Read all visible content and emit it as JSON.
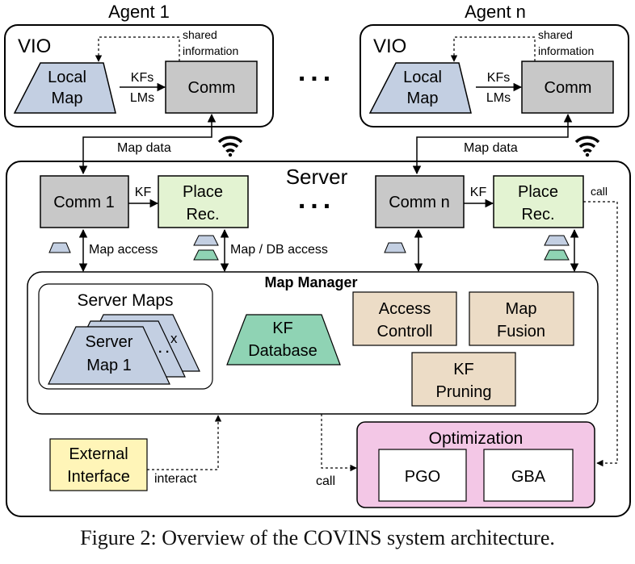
{
  "agents": [
    {
      "title": "Agent 1",
      "vio": "VIO",
      "local_map": [
        "Local",
        "Map"
      ],
      "kfs": "KFs",
      "lms": "LMs",
      "comm": "Comm",
      "shared": [
        "shared",
        "information"
      ],
      "map_data": "Map data"
    },
    {
      "title": "Agent n",
      "vio": "VIO",
      "local_map": [
        "Local",
        "Map"
      ],
      "kfs": "KFs",
      "lms": "LMs",
      "comm": "Comm",
      "shared": [
        "shared",
        "information"
      ],
      "map_data": "Map data"
    }
  ],
  "ellipsis": "...",
  "server": {
    "title": "Server",
    "comm1": "Comm 1",
    "commn": "Comm n",
    "kf": "KF",
    "place_rec": [
      "Place",
      "Rec."
    ],
    "call": "call",
    "map_access": "Map access",
    "map_db_access": "Map / DB access",
    "map_manager": {
      "title": "Map Manager",
      "server_maps": "Server Maps",
      "server_map": [
        "Server",
        "Map 1"
      ],
      "dots": ". .",
      "x": "x",
      "kf_database": [
        "KF",
        "Database"
      ],
      "access_control": [
        "Access",
        "Controll"
      ],
      "map_fusion": [
        "Map",
        "Fusion"
      ],
      "kf_pruning": [
        "KF",
        "Pruning"
      ]
    },
    "external_interface": [
      "External",
      "Interface"
    ],
    "interact": "interact",
    "call2": "call",
    "optimization": {
      "title": "Optimization",
      "pgo": "PGO",
      "gba": "GBA"
    }
  },
  "caption": "Figure 2: Overview of the COVINS system architecture.",
  "colors": {
    "map_blue": "#c3cfe2",
    "comm_gray": "#c8c8c8",
    "place_green": "#e3f3d2",
    "db_teal": "#8fd3b4",
    "manager_tan": "#ecdcc6",
    "ext_yellow": "#fff5b8",
    "opt_pink": "#f3c7e6"
  }
}
